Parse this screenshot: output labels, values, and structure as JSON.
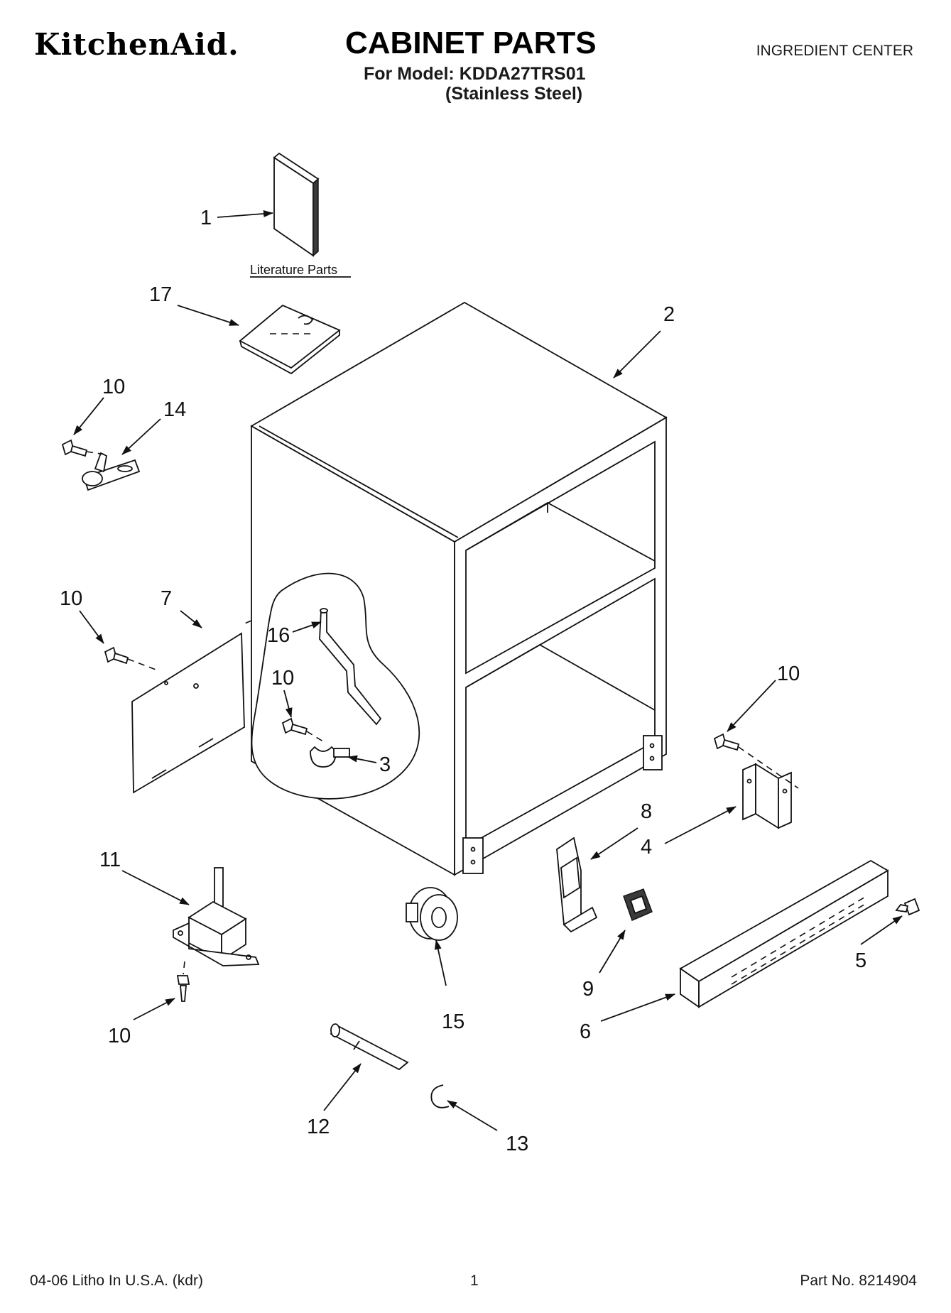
{
  "header": {
    "brand": "KitchenAid.",
    "title": "CABINET PARTS",
    "model_line": "For Model: KDDA27TRS01",
    "finish_line": "(Stainless Steel)",
    "category": "INGREDIENT CENTER"
  },
  "diagram": {
    "literature_label": "Literature Parts",
    "callouts": {
      "c1": "1",
      "c2": "2",
      "c3": "3",
      "c4": "4",
      "c5": "5",
      "c6": "6",
      "c7": "7",
      "c8": "8",
      "c9": "9",
      "c10a": "10",
      "c10b": "10",
      "c10c": "10",
      "c10d": "10",
      "c10e": "10",
      "c11": "11",
      "c12": "12",
      "c13": "13",
      "c14": "14",
      "c15": "15",
      "c16": "16",
      "c17": "17"
    }
  },
  "footer": {
    "print_info": "04-06 Litho In U.S.A. (kdr)",
    "page_number": "1",
    "part_number": "Part No. 8214904"
  }
}
